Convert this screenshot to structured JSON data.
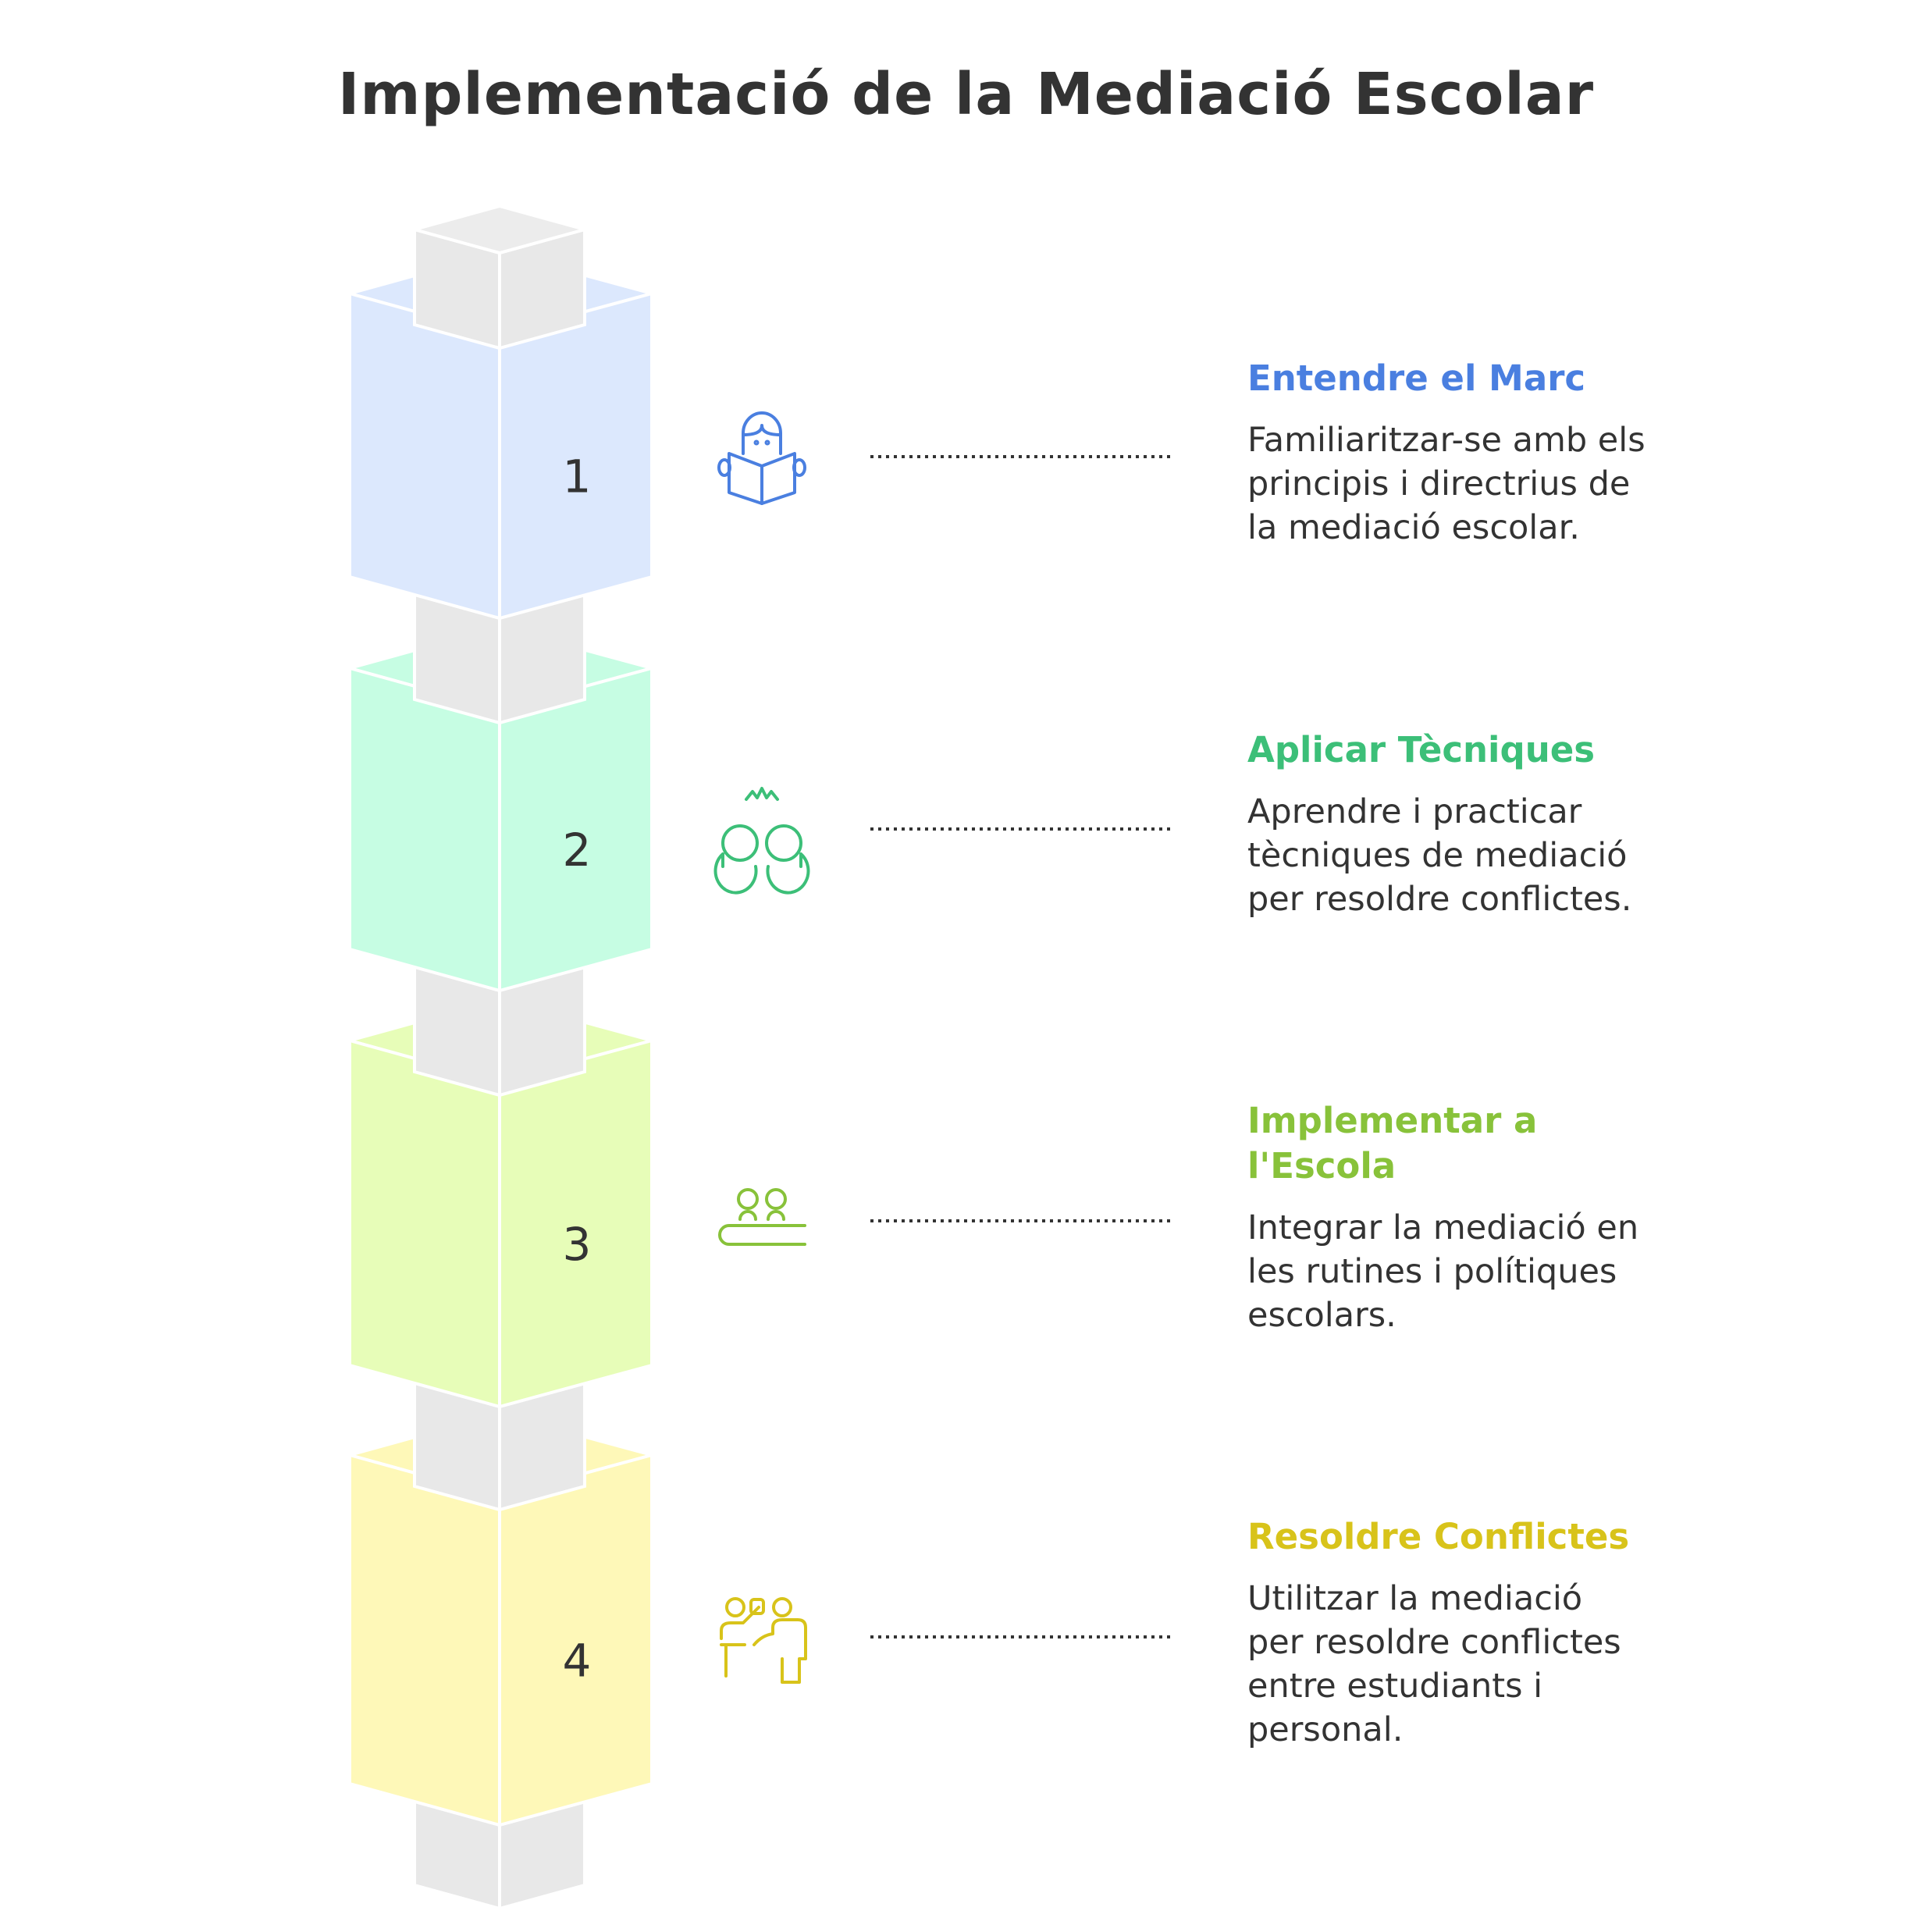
{
  "title": "Implementació de la Mediació Escolar",
  "steps": [
    {
      "number": "1",
      "heading": "Entendre el Marc",
      "heading_lines": [
        "Entendre el Marc"
      ],
      "body": [
        "Familiaritzar-se amb els",
        "principis i directrius de",
        "la mediació escolar."
      ],
      "icon": "reading-person-icon",
      "color": "#4a7fe0",
      "fill": "#dce8fd"
    },
    {
      "number": "2",
      "heading": "Aplicar Tècniques",
      "heading_lines": [
        "Aplicar Tècniques"
      ],
      "body": [
        "Aprendre i practicar",
        "tècniques de mediació",
        "per resoldre conflictes."
      ],
      "icon": "two-people-conflict-icon",
      "color": "#3cbf78",
      "fill": "#c6fde3"
    },
    {
      "number": "3",
      "heading": "Implementar a l'Escola",
      "heading_lines": [
        "Implementar a",
        "l'Escola"
      ],
      "body": [
        "Integrar la mediació en",
        "les rutines i polítiques",
        "escolars."
      ],
      "icon": "people-at-desk-icon",
      "color": "#88c23a",
      "fill": "#e7fdb8"
    },
    {
      "number": "4",
      "heading": "Resoldre Conflictes",
      "heading_lines": [
        "Resoldre Conflictes"
      ],
      "body": [
        "Utilitzar la mediació",
        "per resoldre conflictes",
        "entre estudiants i",
        "personal."
      ],
      "icon": "mediator-icon",
      "color": "#d8c31a",
      "fill": "#fef8b8"
    }
  ]
}
